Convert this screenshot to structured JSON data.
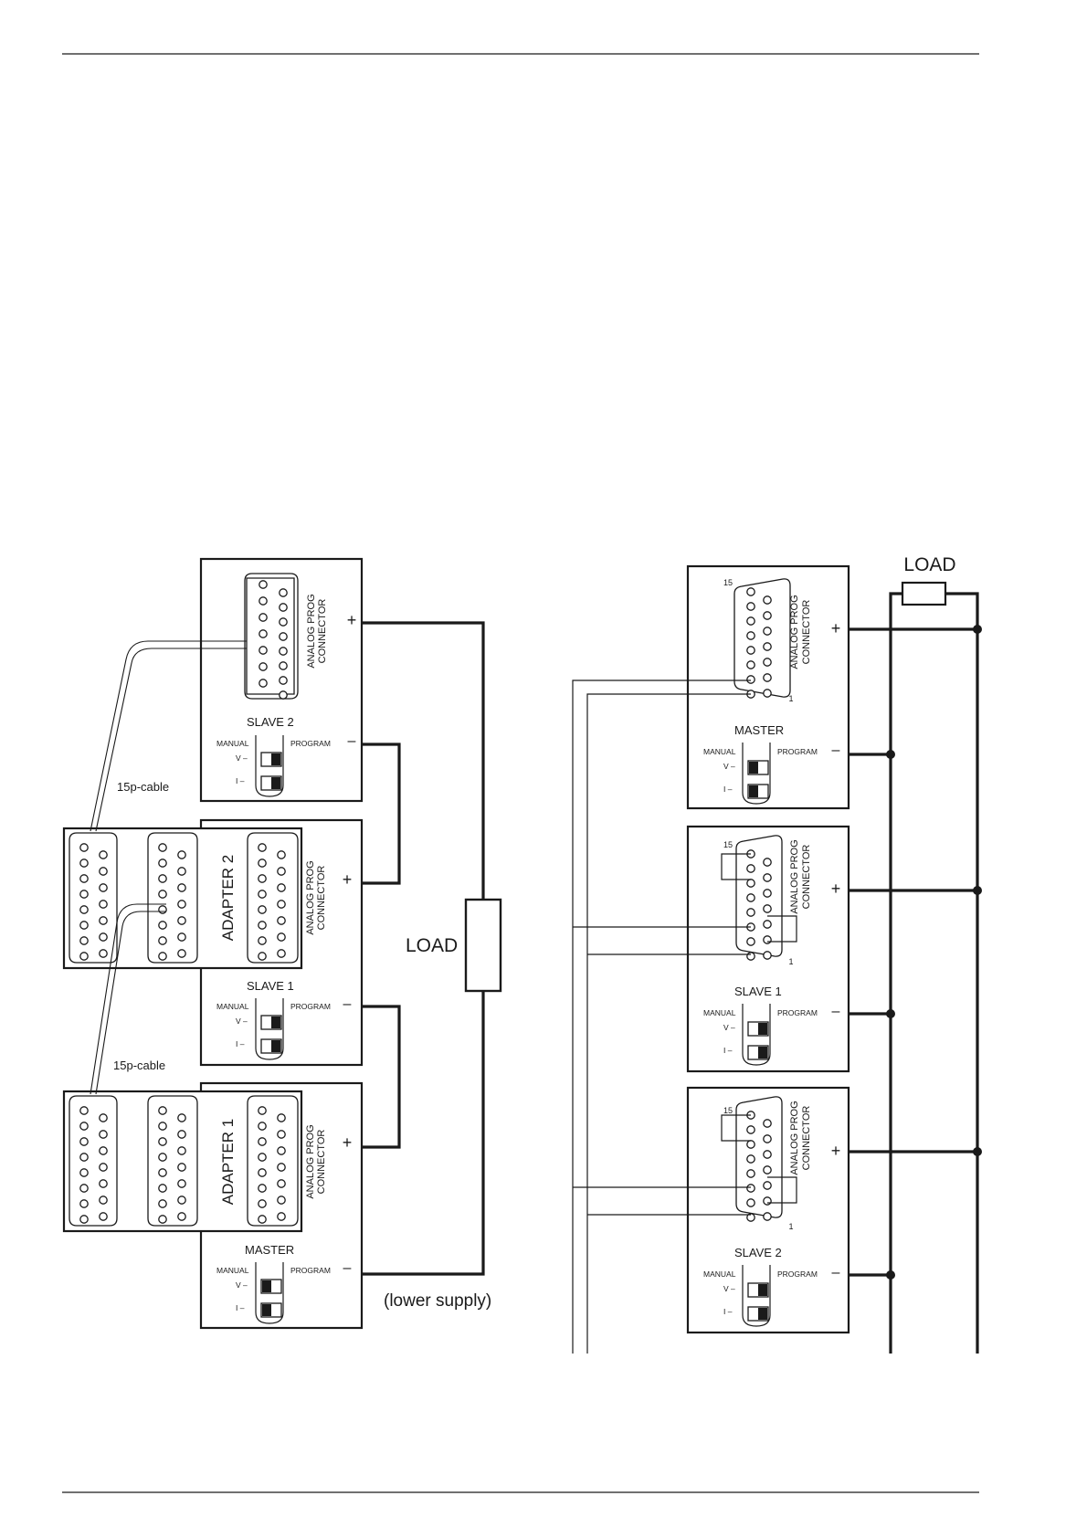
{
  "left": {
    "units": [
      {
        "title": "SLAVE 2",
        "connector": [
          "ANALOG PROG",
          "CONNECTOR"
        ]
      },
      {
        "title": "SLAVE 1"
      },
      {
        "title": "MASTER"
      }
    ],
    "adapters": [
      "ADAPTER 2",
      "ADAPTER 1"
    ],
    "cable_labels": [
      "15p-cable",
      "15p-cable"
    ],
    "load": "LOAD",
    "lower_supply": "(lower supply)"
  },
  "right": {
    "units": [
      {
        "title": "MASTER"
      },
      {
        "title": "SLAVE 1"
      },
      {
        "title": "SLAVE 2"
      }
    ],
    "load": "LOAD",
    "pin_15": "15",
    "pin_1": "1"
  },
  "switch": {
    "manual": "MANUAL",
    "program": "PROGRAM",
    "v": "V –",
    "i": "I –"
  },
  "connector": [
    "ANALOG PROG",
    "CONNECTOR"
  ],
  "plus": "+",
  "minus": "–"
}
